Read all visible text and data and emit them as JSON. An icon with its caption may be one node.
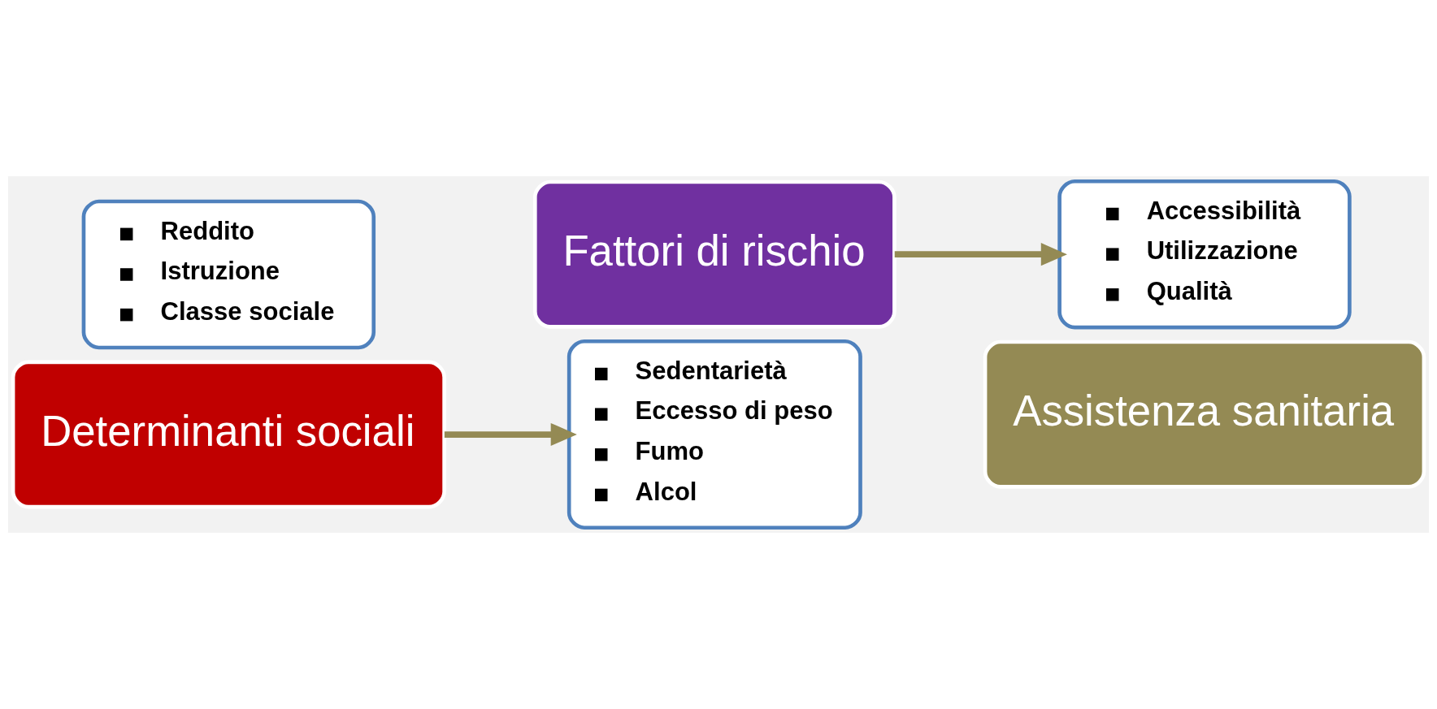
{
  "diagram": {
    "nodes": [
      {
        "text": [
          "Reddito",
          "Istruzione",
          "Classe sociale"
        ]
      },
      {
        "text": [
          "Determinanti sociali"
        ]
      },
      {
        "text": [
          "Fattori di rischio"
        ]
      },
      {
        "text": [
          "Sedentarietà",
          "Eccesso di peso",
          "Fumo",
          "Alcol"
        ]
      },
      {
        "text": [
          "Accessibilità",
          "Utilizzazione",
          "Qualità"
        ]
      },
      {
        "text": [
          "Assistenza sanitaria"
        ]
      }
    ],
    "edges": [
      {
        "from": 1,
        "to": 3,
        "arrow": "to"
      },
      {
        "from": 2,
        "to": 4,
        "arrow": "to"
      }
    ]
  }
}
